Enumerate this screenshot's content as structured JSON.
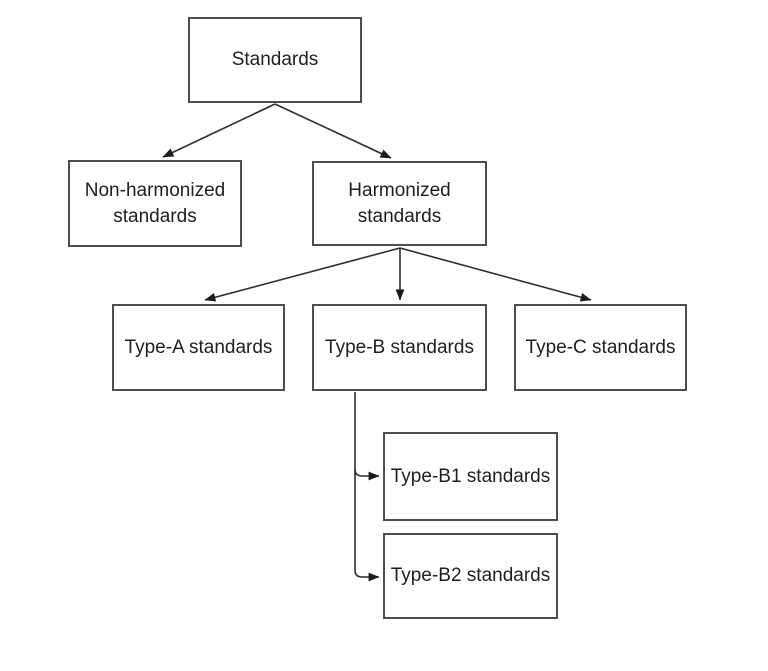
{
  "diagram": {
    "type": "flowchart",
    "colors": {
      "background": "#ffffff",
      "box_border": "#4d4d4d",
      "arrow": "#2e2e2e",
      "text": "#1f1f1f"
    },
    "nodes": {
      "standards": {
        "label": "Standards"
      },
      "non_harmonized": {
        "lines": [
          "Non-harmonized",
          "standards"
        ]
      },
      "harmonized": {
        "lines": [
          "Harmonized",
          "standards"
        ]
      },
      "type_a": {
        "label": "Type-A standards"
      },
      "type_b": {
        "label": "Type-B standards"
      },
      "type_c": {
        "label": "Type-C standards"
      },
      "type_b1": {
        "label": "Type-B1 standards"
      },
      "type_b2": {
        "label": "Type-B2 standards"
      }
    },
    "edges": [
      {
        "from": "Standards",
        "to": "Non-harmonized standards"
      },
      {
        "from": "Standards",
        "to": "Harmonized standards"
      },
      {
        "from": "Harmonized standards",
        "to": "Type-A standards"
      },
      {
        "from": "Harmonized standards",
        "to": "Type-B standards"
      },
      {
        "from": "Harmonized standards",
        "to": "Type-C standards"
      },
      {
        "from": "Type-B standards",
        "to": "Type-B1 standards"
      },
      {
        "from": "Type-B standards",
        "to": "Type-B2 standards"
      }
    ]
  }
}
